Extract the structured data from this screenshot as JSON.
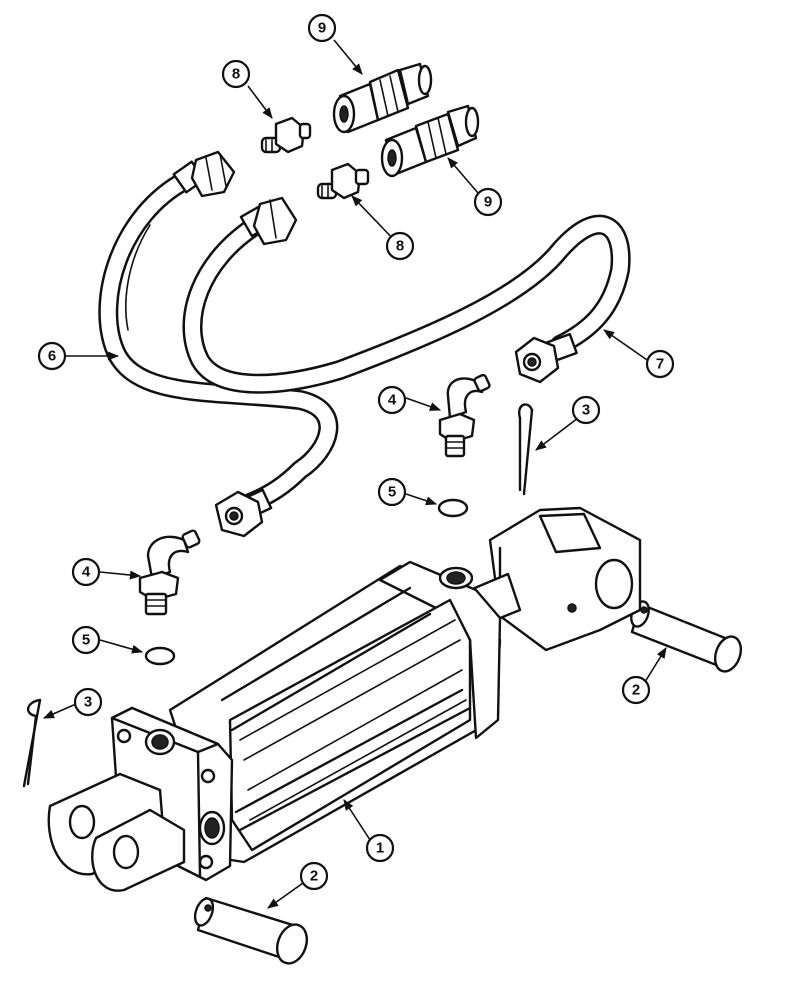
{
  "callouts": [
    {
      "id": "c1",
      "label": "1"
    },
    {
      "id": "c2a",
      "label": "2"
    },
    {
      "id": "c2b",
      "label": "2"
    },
    {
      "id": "c3a",
      "label": "3"
    },
    {
      "id": "c3b",
      "label": "3"
    },
    {
      "id": "c4a",
      "label": "4"
    },
    {
      "id": "c4b",
      "label": "4"
    },
    {
      "id": "c5a",
      "label": "5"
    },
    {
      "id": "c5b",
      "label": "5"
    },
    {
      "id": "c6",
      "label": "6"
    },
    {
      "id": "c7",
      "label": "7"
    },
    {
      "id": "c8a",
      "label": "8"
    },
    {
      "id": "c8b",
      "label": "8"
    },
    {
      "id": "c9a",
      "label": "9"
    },
    {
      "id": "c9b",
      "label": "9"
    }
  ]
}
